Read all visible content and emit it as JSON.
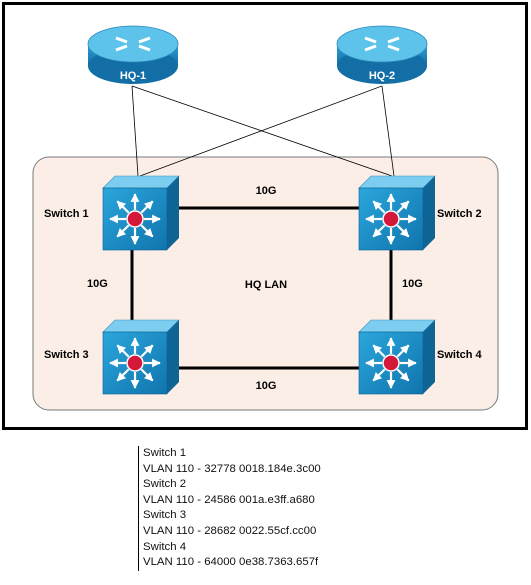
{
  "routers": [
    {
      "label": "HQ-1"
    },
    {
      "label": "HQ-2"
    }
  ],
  "switches": [
    {
      "label": "Switch 1"
    },
    {
      "label": "Switch 2"
    },
    {
      "label": "Switch 3"
    },
    {
      "label": "Switch 4"
    }
  ],
  "links": {
    "top": "10G",
    "bottom": "10G",
    "left": "10G",
    "right": "10G"
  },
  "lan_label": "HQ LAN",
  "info": [
    "Switch 1",
    "VLAN 110 - 32778 0018.184e.3c00",
    "Switch 2",
    "VLAN 110 - 24586 001a.e3ff.a680",
    "Switch 3",
    "VLAN 110 - 28682 0022.55cf.cc00",
    "Switch 4",
    "VLAN 110 - 64000 0e38.7363.657f"
  ],
  "colors": {
    "router_body": "#1c8fc4",
    "router_top": "#5ec3ea",
    "switch_face": "#1d8fc7",
    "switch_top": "#7ccdf0",
    "switch_side": "#0f6496",
    "switch_center": "#d4183a",
    "lan_fill": "#fbeee6",
    "lan_border": "#7a7a7a"
  }
}
